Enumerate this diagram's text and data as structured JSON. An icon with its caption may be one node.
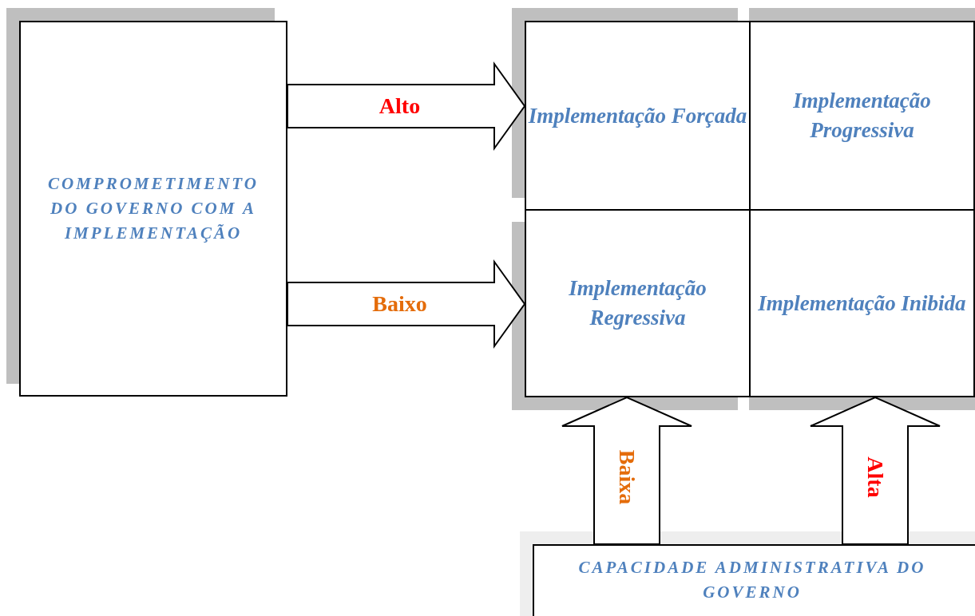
{
  "diagram": {
    "nodes": [
      {
        "text": [
          "COMPROMETIMENTO DO GOVERNO COM A IMPLEMENTAÇÃO"
        ]
      },
      {
        "text": [
          "Implementação Forçada"
        ]
      },
      {
        "text": [
          "Implementação Progressiva"
        ]
      },
      {
        "text": [
          "Implementação Regressiva"
        ]
      },
      {
        "text": [
          "Implementação Inibida"
        ]
      },
      {
        "text": [
          "CAPACIDADE ADMINISTRATIVA DO GOVERNO"
        ]
      }
    ],
    "edges": [
      {
        "from": 0,
        "to": 1,
        "arrow": "to",
        "label": "Alto"
      },
      {
        "from": 0,
        "to": 3,
        "arrow": "to",
        "label": "Baixo"
      },
      {
        "from": 5,
        "to": 3,
        "arrow": "to",
        "label": "Baixa"
      },
      {
        "from": 5,
        "to": 4,
        "arrow": "to",
        "label": "Alta"
      }
    ]
  }
}
